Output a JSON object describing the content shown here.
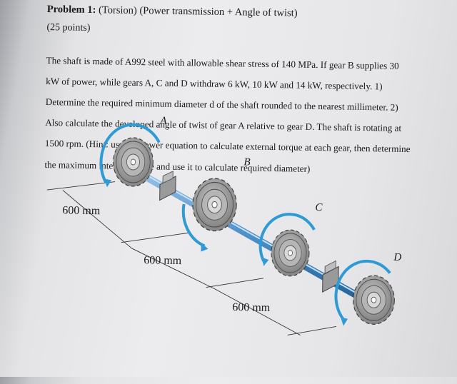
{
  "problem": {
    "heading": "Problem 1:",
    "topic": "(Torsion) (Power transmission + Angle of twist)",
    "points": "(25 points)",
    "statement_lines": [
      "The shaft is made of A992 steel with allowable shear stress of 140 MPa. If gear B supplies 30",
      "kW of power, while gears A, C and D withdraw 6 kW, 10 kW and 14 kW, respectively. 1)",
      "Determine the required minimum diameter d of the shaft rounded to the nearest millimeter. 2)",
      "Also calculate the developed angle of twist of gear A relative to gear D. The shaft is rotating at",
      "1500 rpm. (Hint: use the power equation to calculate external torque at each gear, then determine",
      "the maximum internal torque and use it to calculate required diameter)"
    ]
  },
  "figure": {
    "gear_labels": {
      "a": "A",
      "b": "B",
      "c": "C",
      "d": "D"
    },
    "dimensions": [
      "600 mm",
      "600 mm",
      "600 mm"
    ],
    "colors": {
      "shaft": "#4d8fc8",
      "arrow": "#2e9ad6",
      "gear": "#8a8a8a",
      "bearing": "#8c8c8c"
    }
  }
}
